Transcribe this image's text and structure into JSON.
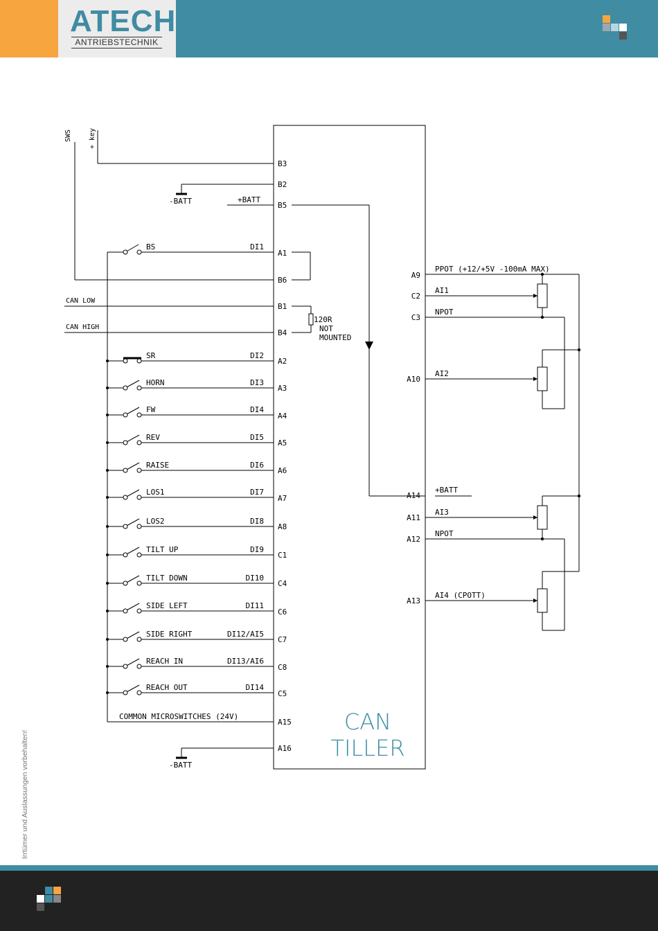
{
  "header": {
    "logo_main": "ATECH",
    "logo_sub": "ANTRIEBSTECHNIK"
  },
  "side_note": "Irrtümer und Auslassungen vorbehalten!",
  "colors": {
    "brand_blue": "#3f8ca3",
    "brand_orange": "#f6a53f",
    "footer_dark": "#222222"
  },
  "diagram": {
    "module_title_1": "CAN",
    "module_title_2": "TILLER",
    "key_sws": "SWS",
    "key_plus": "+ key",
    "minus_batt_top": "-BATT",
    "plus_batt_left": "+BATT",
    "minus_batt_bottom": "-BATT",
    "can_low": "CAN LOW",
    "can_high": "CAN HIGH",
    "resistor_1": "120R",
    "resistor_2": "NOT",
    "resistor_3": "MOUNTED",
    "common_label": "COMMON MICROSWITCHES (24V)",
    "pins_left": {
      "b3": "B3",
      "b2": "B2",
      "b5": "B5",
      "a1": "A1",
      "b6": "B6",
      "b1": "B1",
      "b4": "B4",
      "a2": "A2",
      "a3": "A3",
      "a4": "A4",
      "a5": "A5",
      "a6": "A6",
      "a7": "A7",
      "a8": "A8",
      "c1": "C1",
      "c4": "C4",
      "c6": "C6",
      "c7": "C7",
      "c8": "C8",
      "c5": "C5",
      "a15": "A15",
      "a16": "A16"
    },
    "switches": [
      {
        "label": "BS",
        "input": "DI1"
      },
      {
        "label": "SR",
        "input": "DI2"
      },
      {
        "label": "HORN",
        "input": "DI3"
      },
      {
        "label": "FW",
        "input": "DI4"
      },
      {
        "label": "REV",
        "input": "DI5"
      },
      {
        "label": "RAISE",
        "input": "DI6"
      },
      {
        "label": "LOS1",
        "input": "DI7"
      },
      {
        "label": "LOS2",
        "input": "DI8"
      },
      {
        "label": "TILT UP",
        "input": "DI9"
      },
      {
        "label": "TILT DOWN",
        "input": "DI10"
      },
      {
        "label": "SIDE LEFT",
        "input": "DI11"
      },
      {
        "label": "SIDE RIGHT",
        "input": "DI12/AI5"
      },
      {
        "label": "REACH IN",
        "input": "DI13/AI6"
      },
      {
        "label": "REACH OUT",
        "input": "DI14"
      }
    ],
    "pins_right": {
      "a9": "A9",
      "c2": "C2",
      "c3": "C3",
      "a10": "A10",
      "a14": "A14",
      "a11": "A11",
      "a12": "A12",
      "a13": "A13"
    },
    "right_labels": {
      "ppot": "PPOT (+12/+5V -100mA MAX)",
      "ai1": "AI1",
      "npot1": "NPOT",
      "ai2": "AI2",
      "plus_batt": "+BATT",
      "ai3": "AI3",
      "npot2": "NPOT",
      "ai4": "AI4 (CPOTT)"
    }
  }
}
